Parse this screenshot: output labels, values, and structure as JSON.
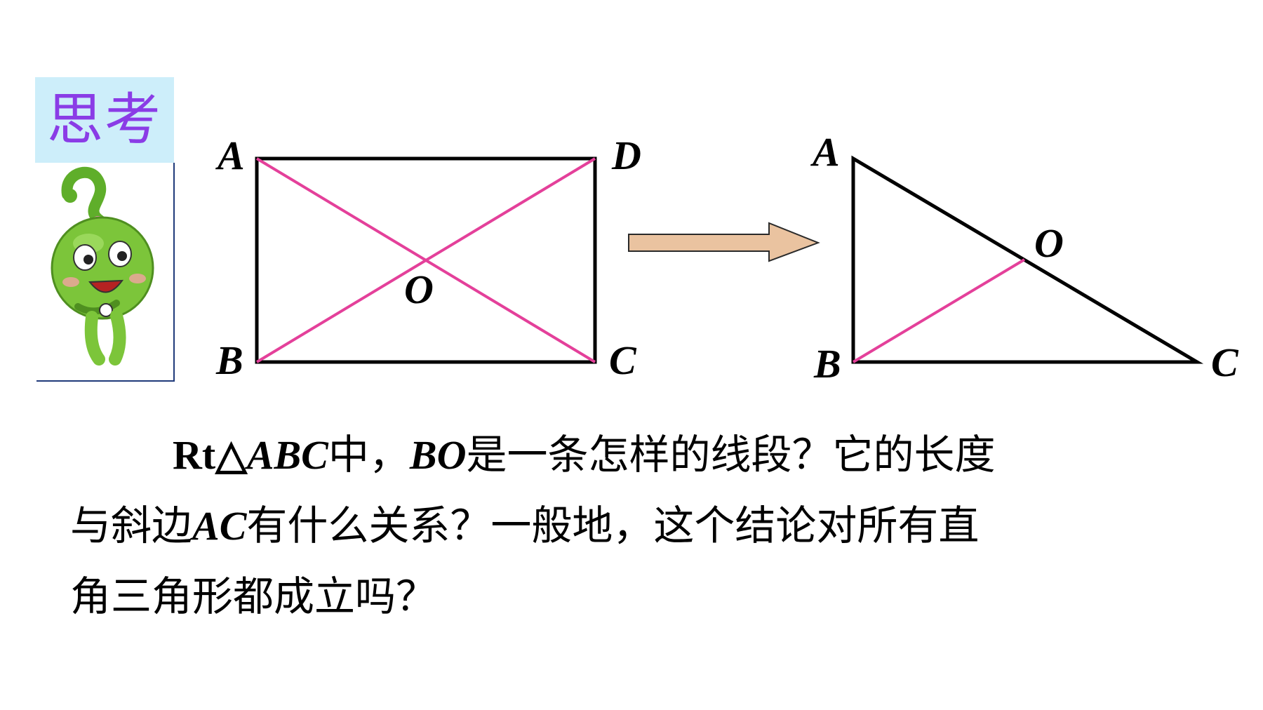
{
  "think_label": "思考",
  "rectangle": {
    "A": "A",
    "B": "B",
    "C": "C",
    "D": "D",
    "O": "O"
  },
  "triangle": {
    "A": "A",
    "B": "B",
    "C": "C",
    "O": "O"
  },
  "question": {
    "p1": "Rt△",
    "p2": "ABC",
    "p3": "中，",
    "p4": "BO",
    "p5": "是一条怎样的线段？它的长度",
    "p6": "与斜边",
    "p7": "AC",
    "p8": "有什么关系？一般地，这个结论对所有直",
    "p9": "角三角形都成立吗？"
  },
  "colors": {
    "think_bg": "#cdeefa",
    "think_text": "#8a3ce6",
    "diagonal": "#e4409a",
    "arrow_fill": "#eac3a0",
    "mascot_green": "#7cc53a"
  },
  "icons": {
    "mascot": "question-mark-bean-mascot-icon",
    "arrow": "right-arrow-icon"
  }
}
